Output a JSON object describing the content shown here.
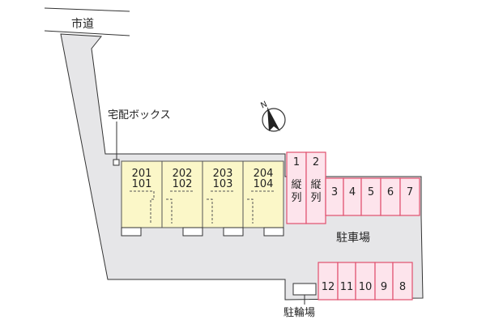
{
  "road_label": "市道",
  "delivery_box_label": "宅配ボックス",
  "parking_label": "駐車場",
  "bicycle_label": "駐輪場",
  "compass_label": "N",
  "units": [
    {
      "upper": "201",
      "lower": "101"
    },
    {
      "upper": "202",
      "lower": "102"
    },
    {
      "upper": "203",
      "lower": "103"
    },
    {
      "upper": "204",
      "lower": "104"
    }
  ],
  "tandem_spaces": [
    {
      "number": "1",
      "note": "縦列"
    },
    {
      "number": "2",
      "note": "縦列"
    }
  ],
  "upper_spaces": [
    "3",
    "4",
    "5",
    "6",
    "7"
  ],
  "lower_spaces": [
    "12",
    "11",
    "10",
    "9",
    "8"
  ],
  "colors": {
    "lot": "#e6e6e8",
    "building": "#fbf7c8",
    "parking": "#fde4ec",
    "parking_border": "#e0506e",
    "outline": "#333333"
  }
}
